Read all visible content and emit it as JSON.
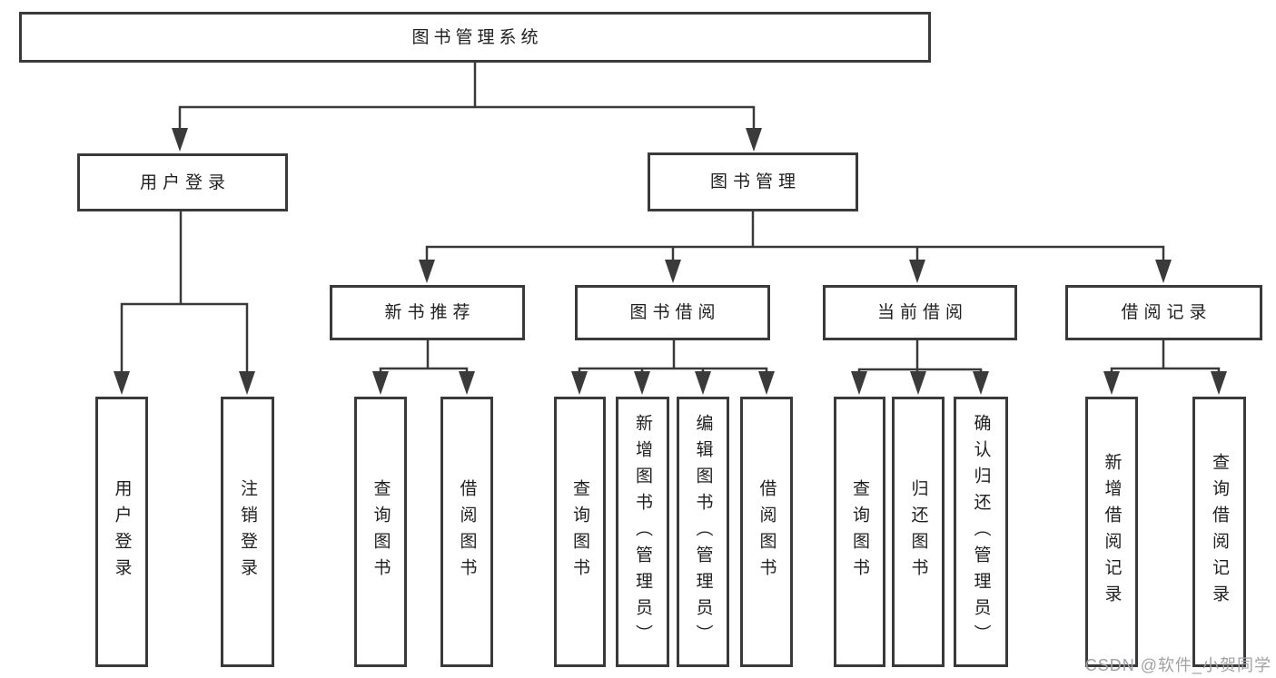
{
  "nodes": {
    "root": "图书管理系统",
    "user_login": "用户登录",
    "book_mgmt": "图书管理",
    "new_book": "新书推荐",
    "book_borrow": "图书借阅",
    "current_borrow": "当前借阅",
    "borrow_records": "借阅记录",
    "leaf_user_login": "用户登录",
    "leaf_logout": "注销登录",
    "leaf_nb_query": "查询图书",
    "leaf_nb_borrow": "借阅图书",
    "leaf_bb_query": "查询图书",
    "leaf_bb_add": "新增图书（管理员）",
    "leaf_bb_edit": "编辑图书（管理员）",
    "leaf_bb_borrow": "借阅图书",
    "leaf_cb_query": "查询图书",
    "leaf_cb_return": "归还图书",
    "leaf_cb_confirm": "确认归还（管理员）",
    "leaf_br_add": "新增借阅记录",
    "leaf_br_query": "查询借阅记录"
  },
  "watermark": "CSDN @软件_小贺同学",
  "colors": {
    "line": "#3a3a3a",
    "text": "#1f1f1f",
    "background": "#ffffff",
    "watermark": "#a2a2a6"
  }
}
